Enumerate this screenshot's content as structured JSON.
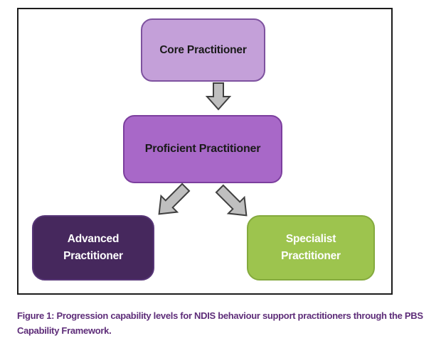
{
  "figure": {
    "caption": "Figure 1: Progression capability levels for NDIS behaviour support practitioners through the PBS Capability Framework.",
    "caption_color": "#5e2d79"
  },
  "diagram": {
    "background": "#ffffff",
    "frame_border_color": "#1c1c1c",
    "nodes": {
      "core": {
        "label": "Core Practitioner",
        "fill": "#c4a0d9",
        "border": "#7e529f",
        "text": "#1a1a1a"
      },
      "proficient": {
        "label": "Proficient Practitioner",
        "fill": "#a868c8",
        "border": "#7c3f9e",
        "text": "#1a1a1a"
      },
      "advanced": {
        "label": "Advanced\nPractitioner",
        "fill": "#46285d",
        "border": "#573677",
        "text": "#ffffff"
      },
      "specialist": {
        "label": "Specialist\nPractitioner",
        "fill": "#9dc44e",
        "border": "#84aa3d",
        "text": "#ffffff"
      }
    },
    "arrows": {
      "fill": "#bfbfbf",
      "stroke": "#404040",
      "down_label": "core-to-proficient",
      "down_left_label": "proficient-to-advanced",
      "down_right_label": "proficient-to-specialist"
    }
  }
}
